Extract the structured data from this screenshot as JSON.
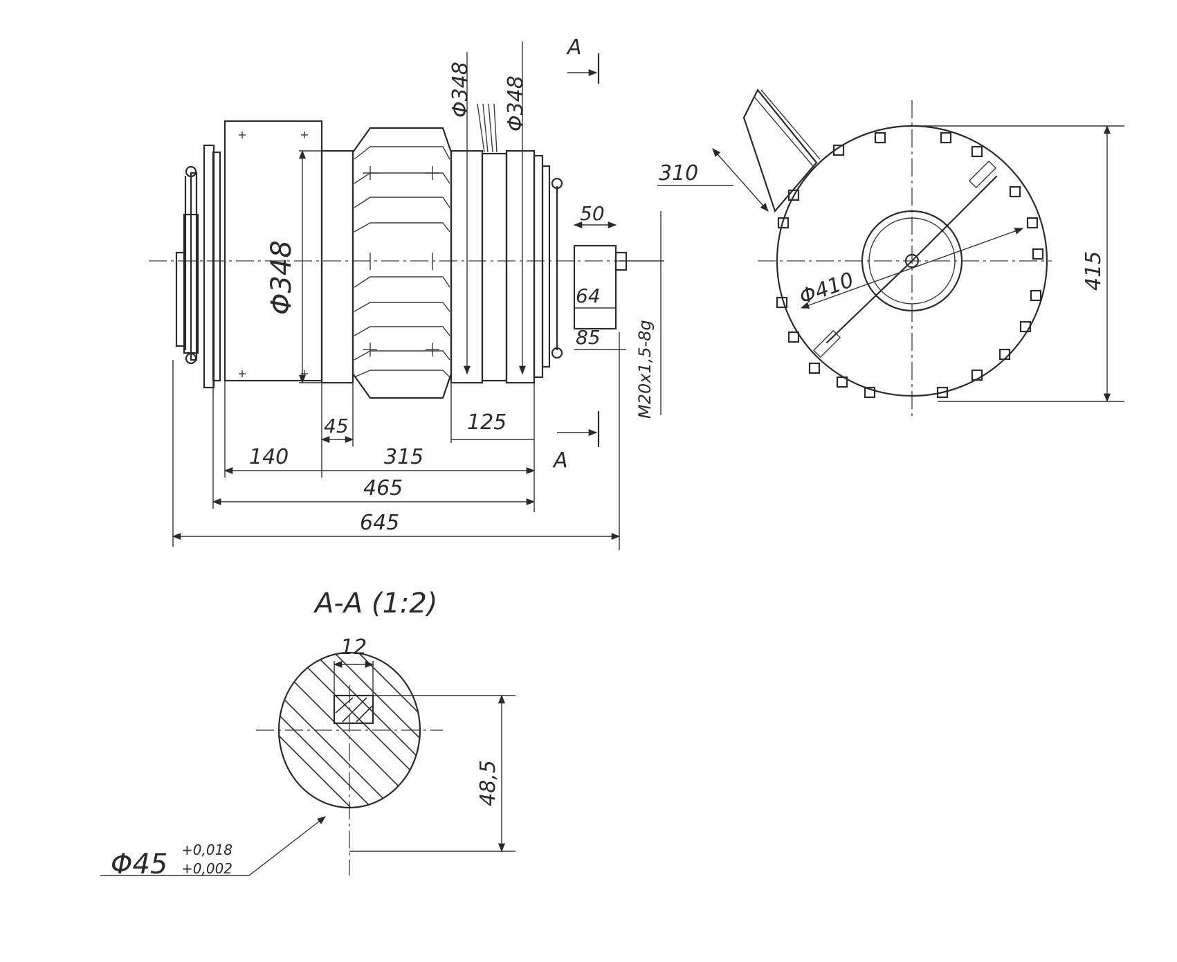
{
  "side_view": {
    "diameter_body": "Φ348",
    "diameter_top_1": "Φ348",
    "diameter_top_2": "Φ348",
    "dim_50": "50",
    "dim_64": "64",
    "dim_85": "85",
    "thread": "M20x1,5-8g",
    "dim_45": "45",
    "dim_125": "125",
    "dim_140": "140",
    "dim_315": "315",
    "dim_465": "465",
    "dim_645": "645",
    "section_mark_top": "A",
    "section_mark_bottom": "A"
  },
  "end_view": {
    "dim_310": "310",
    "diameter": "Φ410",
    "height": "415"
  },
  "section": {
    "title": "A-A (1:2)",
    "key_width": "12",
    "key_depth": "48,5",
    "shaft_diameter": "Φ45",
    "tol_upper": "+0,018",
    "tol_lower": "+0,002"
  }
}
